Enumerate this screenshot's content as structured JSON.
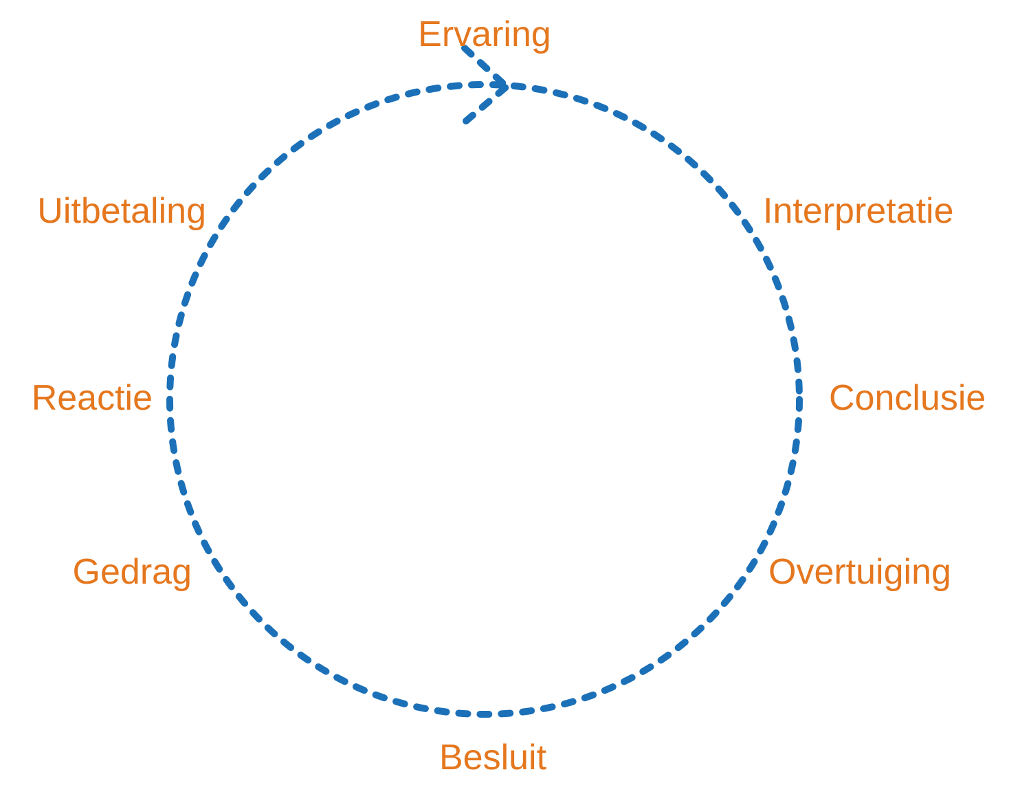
{
  "diagram": {
    "type": "cycle",
    "direction": "clockwise",
    "nodes": [
      {
        "id": "ervaring",
        "label": "Ervaring",
        "position": "top"
      },
      {
        "id": "interpretatie",
        "label": "Interpretatie",
        "position": "upper-right"
      },
      {
        "id": "conclusie",
        "label": "Conclusie",
        "position": "right"
      },
      {
        "id": "overtuiging",
        "label": "Overtuiging",
        "position": "lower-right"
      },
      {
        "id": "besluit",
        "label": "Besluit",
        "position": "bottom"
      },
      {
        "id": "gedrag",
        "label": "Gedrag",
        "position": "lower-left"
      },
      {
        "id": "reactie",
        "label": "Reactie",
        "position": "left"
      },
      {
        "id": "uitbetaling",
        "label": "Uitbetaling",
        "position": "upper-left"
      }
    ],
    "colors": {
      "label_orange": "#E5771E",
      "circle_blue": "#1B70B8",
      "background": "#FFFFFF"
    }
  }
}
